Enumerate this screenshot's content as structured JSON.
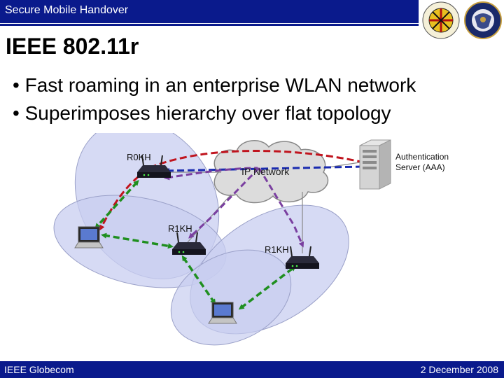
{
  "header": {
    "title": "Secure Mobile Handover"
  },
  "slide": {
    "title": "IEEE 802.11r",
    "bullets": [
      "Fast roaming in an enterprise WLAN network",
      "Superimposes hierarchy over flat topology"
    ]
  },
  "diagram": {
    "r0kh_label": "R0KH",
    "network_label": "IP Network",
    "aaa_label_line1": "Authentication",
    "aaa_label_line2": "Server (AAA)",
    "r1kh_label_1": "R1KH",
    "r1kh_label_2": "R1KH"
  },
  "footer": {
    "left": "IEEE Globecom",
    "right": "2 December 2008"
  },
  "colors": {
    "brand": "#0a1a8c",
    "zone": "#c8cdf0",
    "red": "#c0141e",
    "green": "#1f8f1f",
    "purple": "#7a3fa0",
    "blue": "#1a2bb0"
  }
}
